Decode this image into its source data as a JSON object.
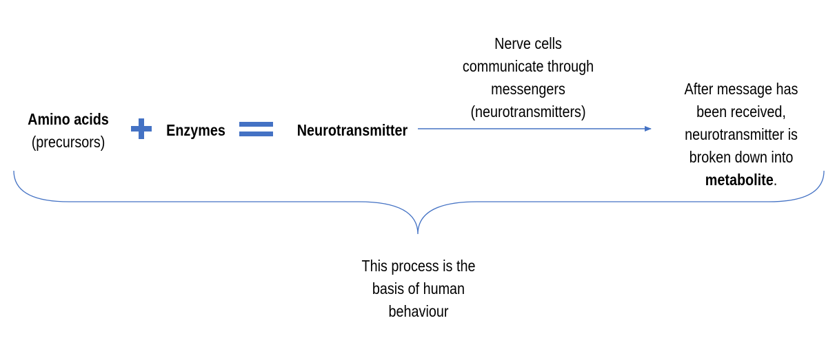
{
  "colors": {
    "accent": "#4472C4",
    "text": "#000000",
    "background": "#ffffff"
  },
  "precursor": {
    "title": "Amino acids",
    "subtitle": "(precursors)"
  },
  "plus_icon": "plus-icon",
  "enzymes": "Enzymes",
  "equals_icon": "equals-icon",
  "product": "Neurotransmitter",
  "arrow_caption": {
    "line1": "Nerve cells",
    "line2": "communicate through",
    "line3": "messengers",
    "line4": "(neurotransmitters)"
  },
  "outcome": {
    "line1": "After message has",
    "line2": "been received,",
    "line3": "neurotransmitter is",
    "line4": "broken down into",
    "line5_bold": "metabolite",
    "line5_suffix": "."
  },
  "conclusion": {
    "line1": "This process is the",
    "line2": "basis of human",
    "line3": "behaviour"
  }
}
